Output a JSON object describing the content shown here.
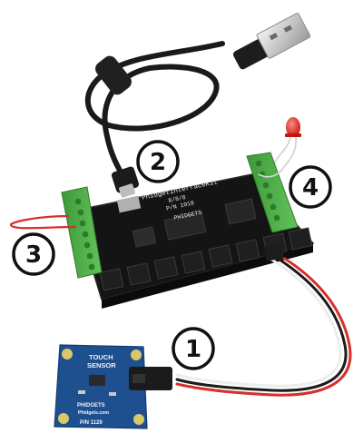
{
  "board": {
    "name": "PhidgetInterfaceKit",
    "spec": "8/8/8",
    "part_number": "P/N 1018",
    "brand": "PHIDGETS"
  },
  "sensor": {
    "title_line1": "TOUCH",
    "title_line2": "SENSOR",
    "brand": "PHIDGETS",
    "site": "Phidgets.com",
    "part_number": "P/N 1129"
  },
  "callouts": [
    {
      "id": "1",
      "label": "1"
    },
    {
      "id": "2",
      "label": "2"
    },
    {
      "id": "3",
      "label": "3"
    },
    {
      "id": "4",
      "label": "4"
    }
  ],
  "colors": {
    "pcb": "#141414",
    "terminal_green": "#4aa843",
    "sensor_blue": "#1e4f8f",
    "pad_gold": "#d8c86a",
    "cable_red": "#d6302a",
    "usb_silver": "#c9c9c9"
  }
}
